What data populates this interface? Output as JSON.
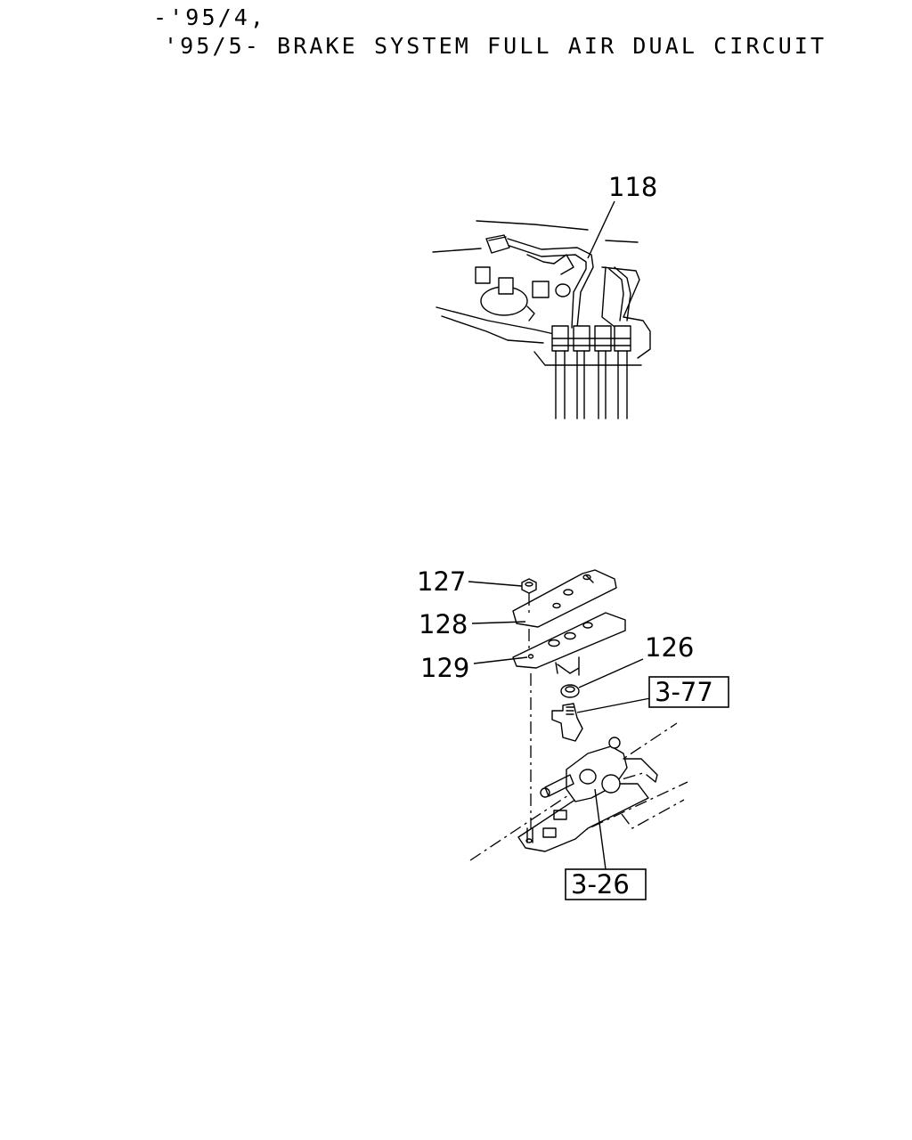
{
  "header": {
    "line1": "-'95/4,",
    "line2": "'95/5- BRAKE SYSTEM FULL AIR DUAL CIRCUIT"
  },
  "callouts": {
    "p118": "118",
    "p127": "127",
    "p128": "128",
    "p129": "129",
    "p126": "126"
  },
  "references": {
    "r1": "3-77",
    "r2": "3-26"
  }
}
